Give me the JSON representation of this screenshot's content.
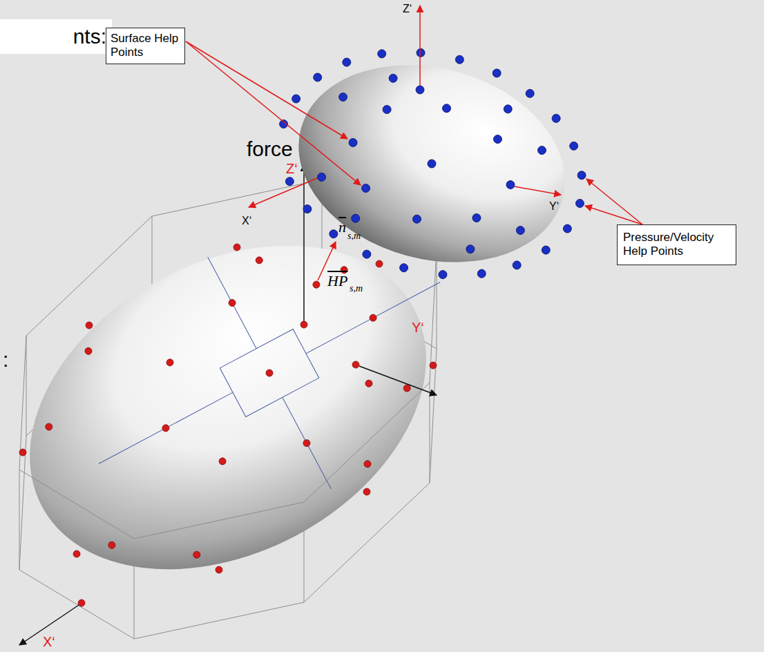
{
  "diagram": {
    "nodes": [
      {
        "text": [
          "nts:"
        ]
      },
      {
        "text": [
          "Surface Help Points"
        ]
      },
      {
        "text": [
          "Pressure/Velocity Help Points"
        ]
      }
    ],
    "labels": [
      "Z‘",
      "X‘",
      "Y‘",
      "force",
      ":",
      "Z‘",
      "n",
      "s,m",
      "HP",
      "s,m",
      "Y‘",
      "X‘"
    ]
  }
}
